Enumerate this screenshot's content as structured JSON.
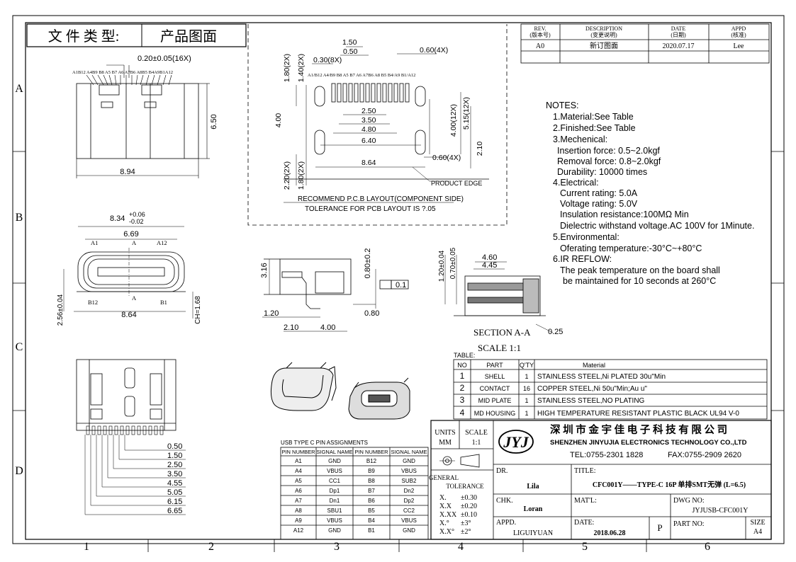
{
  "frame": {
    "cols": [
      "1",
      "2",
      "3",
      "4",
      "5",
      "6"
    ],
    "rows": [
      "A",
      "B",
      "C",
      "D"
    ]
  },
  "header": {
    "doc_type_label": "文 件 类 型:",
    "doc_type_value": "产品图面"
  },
  "revision": {
    "headers": [
      "REV.\n(版本号)",
      "DESCRIPTION\n(变更说明)",
      "DATE\n(日期)",
      "APPD\n(核准)"
    ],
    "rows": [
      [
        "A0",
        "新订图面",
        "2020.07.17",
        "Lee"
      ]
    ]
  },
  "top_view": {
    "dims": [
      "0.20±0.05(16X)",
      "6.50",
      "8.94"
    ],
    "pins": "A1B12 A4B9 B8 A5 B7 A6 A7B6 A8B5 B4A9B1A12"
  },
  "pcb_layout": {
    "dims": [
      "1.50",
      "0.50",
      "0.60(4X)",
      "0.30(8X)",
      "1.80(2X)",
      "1.40(2X)",
      "2.50",
      "3.50",
      "4.80",
      "6.40",
      "4.00",
      "4.00(12X)",
      "5.15(12X)",
      "0.60(4X)",
      "2.10",
      "2.20(2X)",
      "1.80(2X)",
      "8.64"
    ],
    "pins": "A1/B12 A4/B9 B8 A5 B7 A6 A7B6 A8 B5 B4/A9 B1/A12",
    "product_edge": "PRODUCT EDGE",
    "caption1": "RECOMMEND P.C.B LAYOUT(COMPONENT SIDE)",
    "caption2": "TOLERANCE FOR PCB LAYOUT IS ?.05"
  },
  "front_view": {
    "dims": [
      "8.34",
      "+0.06",
      "-0.02",
      "6.69",
      "8.64",
      "2.56±0.04",
      "CH=1.68"
    ],
    "labels": [
      "A1",
      "A",
      "A12",
      "B12",
      "A",
      "B1"
    ]
  },
  "side_view": {
    "dims": [
      "3.16",
      "0.80±0.2",
      "0.1",
      "1.20",
      "0.80",
      "2.10",
      "4.00"
    ]
  },
  "section": {
    "dims": [
      "4.60",
      "4.45",
      "1.20±0.04",
      "0.70±0.05",
      "0.25"
    ],
    "title": "SECTION A-A",
    "scale": "SCALE 1:1"
  },
  "notes": {
    "title": "NOTES:",
    "lines": [
      "1.Material:See Table",
      "2.Finished:See Table",
      "3.Mechenical:",
      "Insertion force: 0.5~2.0kgf",
      "Removal force: 0.8~2.0kgf",
      "Durability: 10000 times",
      "4.Electrical:",
      "Current rating: 5.0A",
      "Voltage rating: 5.0V",
      "Insulation resistance:100MΩ Min",
      "Dielectric withstand voltage.AC 100V for 1Minute.",
      "5.Environmental:",
      "Oferating temperature:-30°C~+80°C",
      "6.IR REFLOW:",
      "The peak temperature on the board shall",
      "be maintained for 10 seconds at 260°C"
    ]
  },
  "material_table": {
    "label": "TABLE:",
    "headers": [
      "NO",
      "PART",
      "Q'TY",
      "Material"
    ],
    "rows": [
      [
        "1",
        "SHELL",
        "1",
        "STAINLESS STEEL,Ni PLATED 30u\"Min"
      ],
      [
        "2",
        "CONTACT",
        "16",
        "COPPER STEEL,Ni 50u\"Min;Au u\""
      ],
      [
        "3",
        "MID PLATE",
        "1",
        "STAINLESS STEEL,NO PLATING"
      ],
      [
        "4",
        "MD HOUSING",
        "1",
        "HIGH TEMPERATURE RESISTANT PLASTIC BLACK UL94 V-0"
      ]
    ]
  },
  "bottom_view": {
    "dims": [
      "0.50",
      "1.50",
      "2.50",
      "3.50",
      "4.55",
      "5.05",
      "6.15",
      "6.65"
    ]
  },
  "pin_table": {
    "title": "USB TYPE C PIN ASSIGNMENTS",
    "headers": [
      "PIN NUMBER",
      "SIGNAL NAME",
      "PIN NUMBER",
      "SIGNAL NAME"
    ],
    "rows": [
      [
        "A1",
        "GND",
        "B12",
        "GND"
      ],
      [
        "A4",
        "VBUS",
        "B9",
        "VBUS"
      ],
      [
        "A5",
        "CC1",
        "B8",
        "SUB2"
      ],
      [
        "A6",
        "Dp1",
        "B7",
        "Dn2"
      ],
      [
        "A7",
        "Dn1",
        "B6",
        "Dp2"
      ],
      [
        "A8",
        "SBU1",
        "B5",
        "CC2"
      ],
      [
        "A9",
        "VBUS",
        "B4",
        "VBUS"
      ],
      [
        "A12",
        "GND",
        "B1",
        "GND"
      ]
    ]
  },
  "title_block": {
    "units_label": "UNITS",
    "units_value": "MM",
    "scale_label": "SCALE",
    "scale_value": "1:1",
    "logo": "JYJ",
    "company_cn": "深 圳 市 金 宇 佳 电 子 科 技 有 限 公 司",
    "company_en": "SHENZHEN JINYUJIA ELECTRONICS TECHNOLOGY CO.,LTD",
    "tel": "TEL:0755-2301 1828",
    "fax": "FAX:0755-2909 2620",
    "general_tolerance": [
      "GENERAL",
      "TOLERANCE"
    ],
    "tolerances": [
      [
        "X.",
        "±0.30"
      ],
      [
        "X.X",
        "±0.20"
      ],
      [
        "X.XX",
        "±0.10"
      ],
      [
        "X.°",
        "±3°"
      ],
      [
        "X.X°",
        "±2°"
      ]
    ],
    "dr_label": "DR.",
    "dr_value": "Lila",
    "chk_label": "CHK.",
    "chk_value": "Loran",
    "appd_label": "APPD.",
    "appd_value": "LIGUIYUAN",
    "title_label": "TITLE:",
    "title_value": "CFC001Y——TYPE-C 16P 单排SMT无弹 (L=6.5)",
    "matl_label": "MAT'L:",
    "dwg_label": "DWG NO:",
    "dwg_value": "JYJUSB-CFC001Y",
    "date_label": "DATE:",
    "date_value": "2018.06.28",
    "p_label": "P",
    "part_label": "PART NO:",
    "size_label": "SIZE",
    "size_value": "A4"
  }
}
